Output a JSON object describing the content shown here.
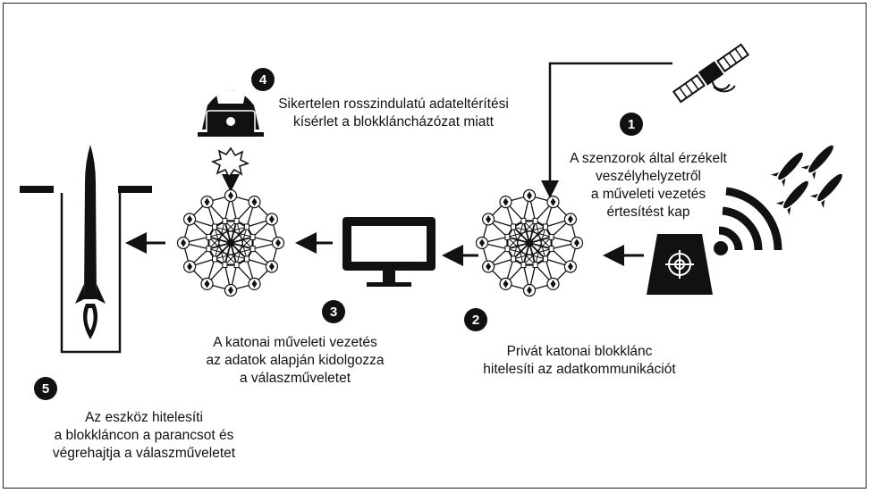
{
  "steps": [
    {
      "number": "1",
      "lines": [
        "A szenzorok által érzékelt",
        "veszélyhelyzetről",
        "a műveleti vezetés",
        "értesítést kap"
      ]
    },
    {
      "number": "2",
      "lines": [
        "Privát katonai blokklánc",
        "hitelesíti az adatkommunikációt"
      ]
    },
    {
      "number": "3",
      "lines": [
        "A katonai műveleti vezetés",
        "az adatok alapján kidolgozza",
        "a válaszműveletet"
      ]
    },
    {
      "number": "4",
      "lines": [
        "Sikertelen rosszindulatú adateltérítési",
        "kísérlet a blokkláncházózat miatt"
      ]
    },
    {
      "number": "5",
      "lines": [
        "Az eszköz hitelesíti",
        "a blokkláncon a parancsot és",
        "végrehajtja a válaszműveletet"
      ]
    }
  ],
  "icons": [
    "satellite-icon",
    "missiles-icon",
    "radar-station-icon",
    "signal-waves-icon",
    "blockchain-network-icon",
    "monitor-icon",
    "hacker-icon",
    "explosion-icon",
    "missile-silo-icon"
  ],
  "colors": {
    "ink": "#111111",
    "background": "#ffffff"
  }
}
